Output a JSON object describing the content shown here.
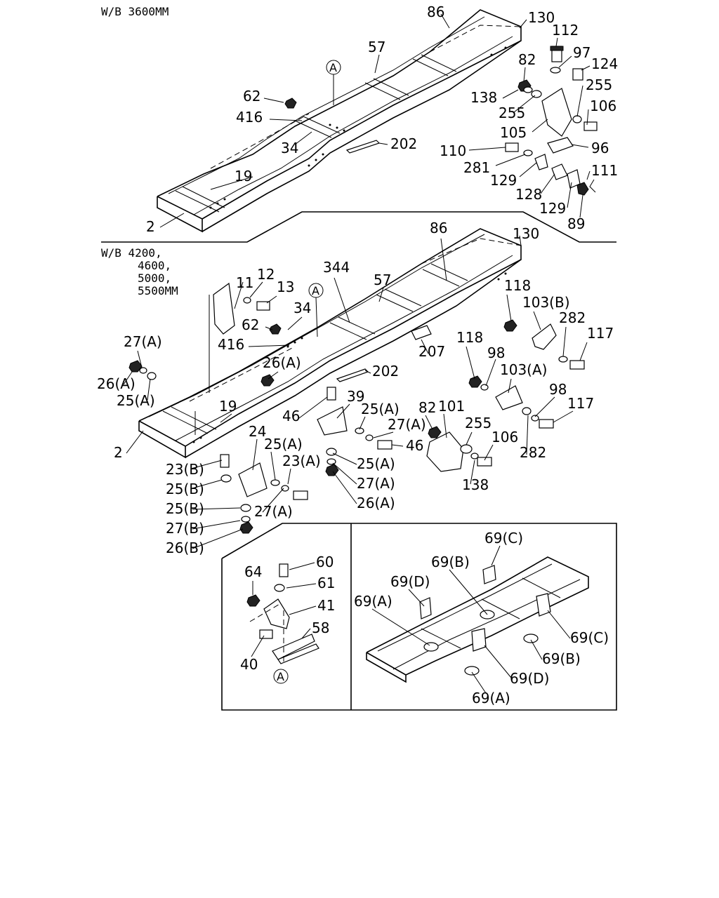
{
  "headers": {
    "wb_3600": "W/B 3600MM",
    "wb_4200": "W/B 4200,",
    "wb_4600": "4600,",
    "wb_5000": "5000,",
    "wb_5500": "5500MM"
  },
  "top_labels": {
    "l86": "86",
    "l130": "130",
    "l112": "112",
    "l57": "57",
    "l82": "82",
    "l97": "97",
    "l124": "124",
    "lA": "A",
    "l62": "62",
    "l138": "138",
    "l255a": "255",
    "l255b": "255",
    "l106": "106",
    "l416": "416",
    "l105": "105",
    "l34": "34",
    "l202": "202",
    "l110": "110",
    "l96": "96",
    "l281": "281",
    "l19": "19",
    "l111": "111",
    "l129a": "129",
    "l128": "128",
    "l129b": "129",
    "l2": "2",
    "l89": "89"
  },
  "mid_labels": {
    "l86": "86",
    "l130": "130",
    "l11": "11",
    "l344": "344",
    "l57": "57",
    "l12": "12",
    "l13": "13",
    "lA": "A",
    "l34": "34",
    "l118a": "118",
    "l103b": "103(B)",
    "l62": "62",
    "l282a": "282",
    "l27a1": "27(A)",
    "l416": "416",
    "l117a": "117",
    "l118b": "118",
    "l98a": "98",
    "l26a1": "26(A)",
    "l207": "207",
    "l202": "202",
    "l103a": "103(A)",
    "l26a2": "26(A)",
    "l39": "39",
    "l25a1": "25(A)",
    "l98b": "98",
    "l117b": "117",
    "l19": "19",
    "l82": "82",
    "l101": "101",
    "l25a2": "25(A)",
    "l46a": "46",
    "l27a2": "27(A)",
    "l255": "255",
    "l46b": "46",
    "l2": "2",
    "l282b": "282",
    "l106": "106",
    "l24": "24",
    "l25a3": "25(A)",
    "l25a4": "25(A)",
    "l23b": "23(B)",
    "l23a": "23(A)",
    "l138": "138",
    "l25b1": "25(B)",
    "l27a3": "27(A)",
    "l26a3": "26(A)",
    "l25b2": "25(B)",
    "l27a4": "27(A)",
    "l27b": "27(B)",
    "l26b": "26(B)"
  },
  "inset_left": {
    "l60": "60",
    "l64": "64",
    "l61": "61",
    "l41": "41",
    "l58": "58",
    "l40": "40",
    "lA": "A"
  },
  "inset_right": {
    "l69c1": "69(C)",
    "l69b1": "69(B)",
    "l69d1": "69(D)",
    "l69a1": "69(A)",
    "l69c2": "69(C)",
    "l69b2": "69(B)",
    "l69d2": "69(D)",
    "l69a2": "69(A)"
  }
}
